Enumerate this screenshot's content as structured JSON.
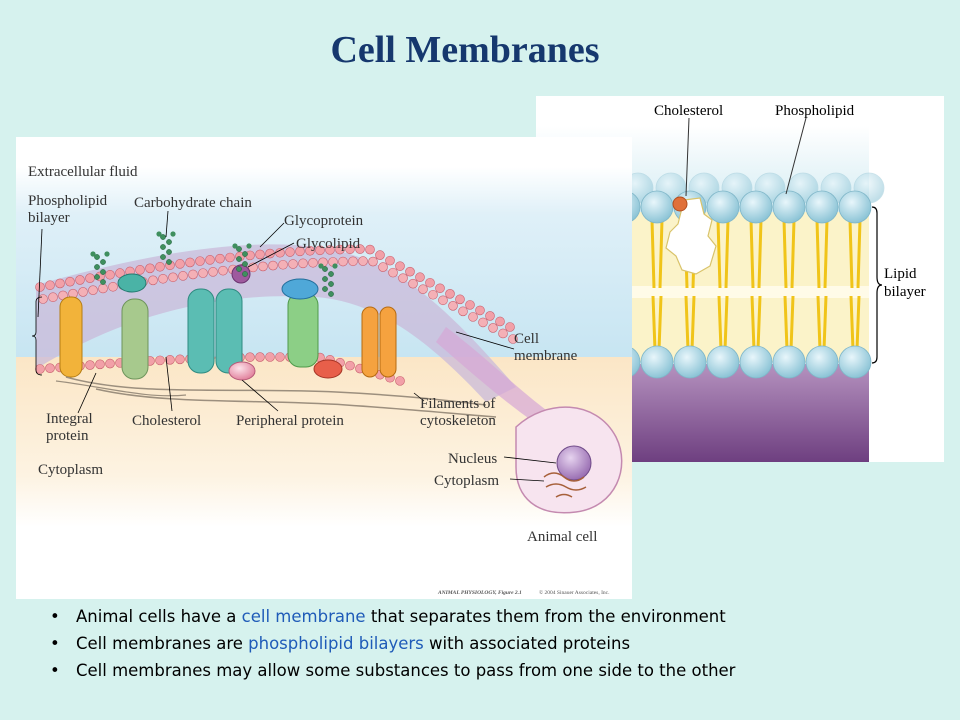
{
  "slide": {
    "title": "Cell Membranes"
  },
  "colors": {
    "background": "#d6f2ee",
    "title": "#16386e",
    "highlight": "#1f5bb8"
  },
  "figure_right": {
    "labels": {
      "cholesterol": "Cholesterol",
      "phospholipid": "Phospholipid",
      "lipid": "Lipid",
      "bilayer": "bilayer"
    }
  },
  "figure_left": {
    "labels": {
      "extracellular_fluid": "Extracellular fluid",
      "phospholipid": "Phospholipid",
      "bilayer": "bilayer",
      "carbohydrate_chain": "Carbohydrate chain",
      "glycoprotein": "Glycoprotein",
      "glycolipid": "Glycolipid",
      "cell": "Cell",
      "membrane": "membrane",
      "integral": "Integral",
      "protein": "protein",
      "cholesterol": "Cholesterol",
      "peripheral_protein": "Peripheral protein",
      "filaments_of": "Filaments of",
      "cytoskeleton": "cytoskeleton",
      "cytoplasm": "Cytoplasm",
      "nucleus": "Nucleus",
      "cytoplasm_cell": "Cytoplasm",
      "animal_cell": "Animal cell"
    },
    "credit_source": "ANIMAL PHYSIOLOGY, Figure 2.1",
    "credit_rights": "© 2004 Sinauer Associates, Inc."
  },
  "bullets": [
    {
      "before": "Animal cells have a ",
      "highlight": "cell membrane",
      "after": " that separates them from the environment"
    },
    {
      "before": "Cell membranes are ",
      "highlight": "phospholipid bilayers",
      "after": " with associated proteins"
    },
    {
      "before": "Cell membranes may allow some substances to pass from one side to the other",
      "highlight": "",
      "after": ""
    }
  ],
  "bullet_symbol": "•"
}
